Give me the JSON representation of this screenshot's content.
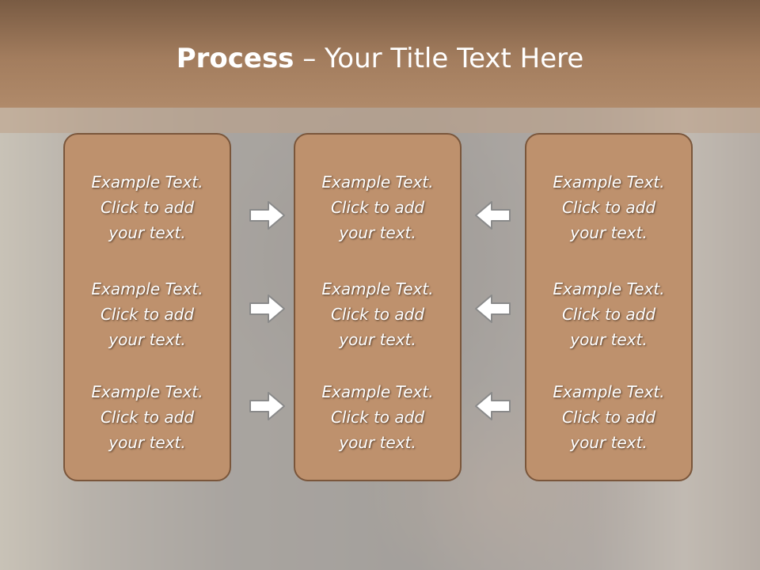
{
  "slide": {
    "title_bold": "Process",
    "title_rest": " – Your Title Text Here"
  },
  "columns": [
    {
      "items": [
        "Example Text.\nClick  to add\nyour text.",
        "Example Text.\nClick  to add\nyour text.",
        "Example Text.\nClick  to add\nyour text."
      ]
    },
    {
      "items": [
        "Example Text.\nClick  to add\nyour text.",
        "Example Text.\nClick  to add\nyour text.",
        "Example Text.\nClick  to add\nyour text."
      ]
    },
    {
      "items": [
        "Example Text.\nClick  to add\nyour text.",
        "Example Text.\nClick  to add\nyour text.",
        "Example Text.\nClick  to add\nyour text."
      ]
    }
  ],
  "arrows": {
    "left_group": "arrow-right-icon",
    "right_group": "arrow-left-icon"
  },
  "colors": {
    "header": "#a37d5e",
    "box_fill": "#be916d",
    "box_border": "#7a563b",
    "arrow_fill": "#ffffff",
    "arrow_stroke": "#8a8a8a"
  }
}
